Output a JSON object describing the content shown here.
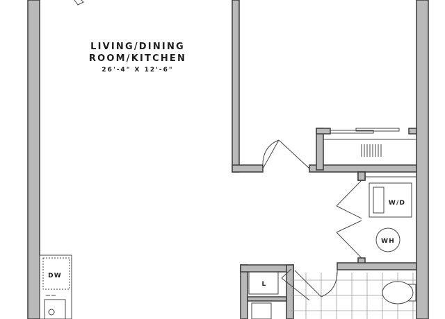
{
  "rooms": {
    "living": {
      "name_line1": "LIVING/DINING",
      "name_line2": "ROOM/KITCHEN",
      "dimensions": "26'-4\" X 12'-6\""
    }
  },
  "fixtures": {
    "dishwasher": "DW",
    "washer_dryer": "W/D",
    "water_heater": "WH",
    "linen": "L"
  },
  "colors": {
    "wall_fill": "#b9b9b9",
    "wall_stroke": "#3a3a3a",
    "line": "#444444"
  }
}
